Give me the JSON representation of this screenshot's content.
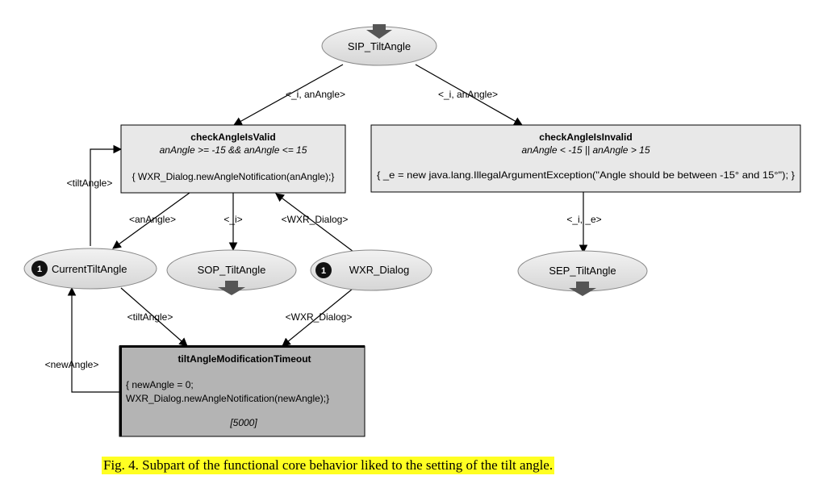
{
  "places": {
    "sip": {
      "label": "SIP_TiltAngle"
    },
    "current": {
      "label": "CurrentTiltAngle",
      "tokens": "1"
    },
    "sop": {
      "label": "SOP_TiltAngle"
    },
    "wxr": {
      "label": "WXR_Dialog",
      "tokens": "1"
    },
    "sep": {
      "label": "SEP_TiltAngle"
    }
  },
  "transitions": {
    "valid": {
      "title": "checkAngleIsValid",
      "guard": "anAngle >= -15 && anAngle <= 15",
      "action": "{ WXR_Dialog.newAngleNotification(anAngle);}"
    },
    "invalid": {
      "title": "checkAngleIsInvalid",
      "guard": "anAngle < -15 || anAngle > 15",
      "action": "{ _e = new java.lang.IllegalArgumentException(\"Angle should be between -15° and 15°\"); }"
    },
    "timeout": {
      "title": "tiltAngleModificationTimeout",
      "action_line1": "{ newAngle = 0;",
      "action_line2": "WXR_Dialog.newAngleNotification(newAngle);}",
      "delay": "[5000]"
    }
  },
  "arcs": {
    "sip_to_valid": "<_i, anAngle>",
    "sip_to_invalid": "<_i, anAngle>",
    "current_to_valid": "<tiltAngle>",
    "valid_to_current": "<anAngle>",
    "valid_to_sop": "<_i>",
    "wxr_to_valid": "<WXR_Dialog>",
    "invalid_to_sep": "<_i, _e>",
    "current_to_timeout": "<tiltAngle>",
    "wxr_to_timeout": "<WXR_Dialog>",
    "timeout_to_current": "<newAngle>"
  },
  "caption": "Fig. 4.   Subpart of the functional core behavior liked to the setting of the tilt angle."
}
